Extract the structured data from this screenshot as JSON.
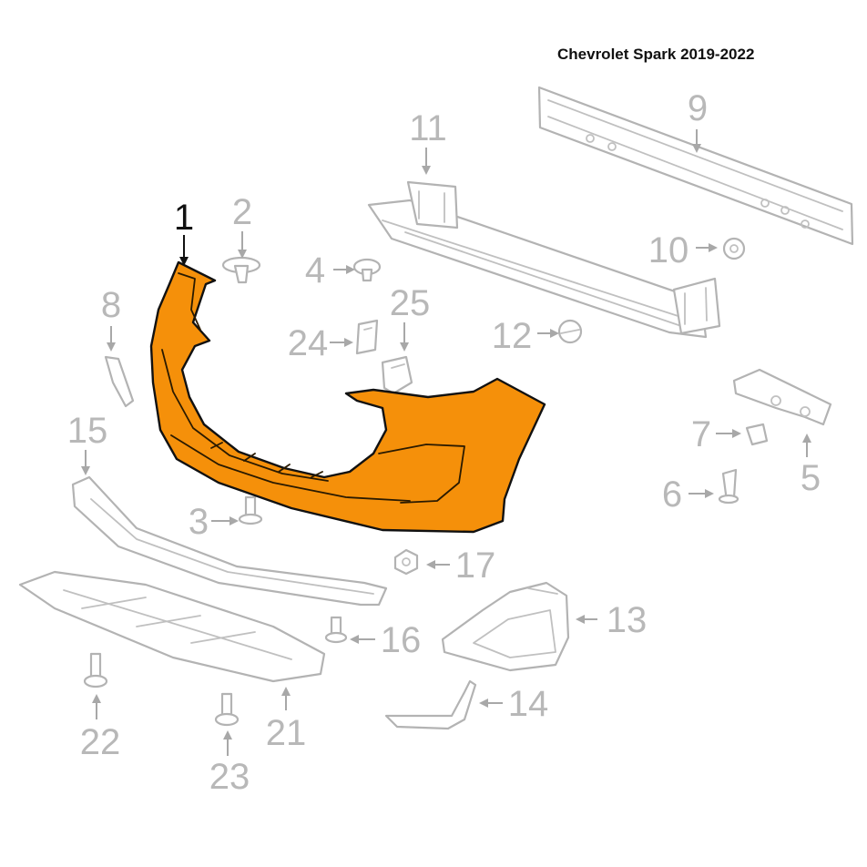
{
  "title": "Chevrolet Spark 2019-2022",
  "colors": {
    "highlight": "#f5900a",
    "outline": "#111111",
    "inactive_part": "#b3b3b3",
    "callout_label": "#b8b8b8"
  },
  "callouts": {
    "p1": "1",
    "p2": "2",
    "p3": "3",
    "p4": "4",
    "p5": "5",
    "p6": "6",
    "p7": "7",
    "p8": "8",
    "p9": "9",
    "p10": "10",
    "p11": "11",
    "p12": "12",
    "p13": "13",
    "p14": "14",
    "p15": "15",
    "p16": "16",
    "p17": "17",
    "p21": "21",
    "p22": "22",
    "p23": "23",
    "p24": "24",
    "p25": "25"
  }
}
